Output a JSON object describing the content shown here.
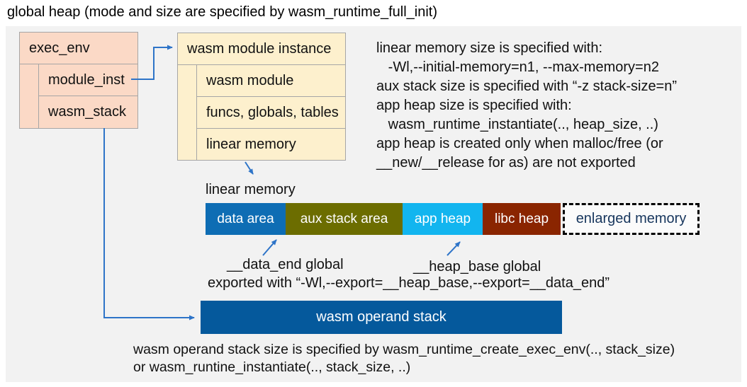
{
  "title": "global heap (mode and size are specified by wasm_runtime_full_init)",
  "exec_env_box": {
    "header": "exec_env",
    "rows": [
      {
        "label": "module_inst"
      },
      {
        "label": "wasm_stack"
      }
    ]
  },
  "module_instance_box": {
    "header": "wasm module instance",
    "rows": [
      {
        "label": "wasm module"
      },
      {
        "label": "funcs, globals, tables"
      },
      {
        "label": "linear memory"
      }
    ]
  },
  "notes_top": [
    "linear memory size is specified with:",
    "   -Wl,--initial-memory=n1, --max-memory=n2",
    "aux stack size is specified with “-z stack-size=n”",
    "app heap size is specified with:",
    "   wasm_runtime_instantiate(.., heap_size, ..)",
    "app heap is created only when malloc/free (or",
    "__new/__release for as) are not exported"
  ],
  "linear_memory": {
    "label": "linear memory",
    "segments": [
      {
        "label": "data area",
        "color": "#0e6db4"
      },
      {
        "label": "aux stack area",
        "color": "#6c6d00"
      },
      {
        "label": "app heap",
        "color": "#12b5ef"
      },
      {
        "label": "libc heap",
        "color": "#8a2500"
      },
      {
        "label": "enlarged memory",
        "color": "#17365d",
        "style": "dashed-outline"
      }
    ]
  },
  "annotations": {
    "data_end_label": "__data_end global",
    "heap_base_label": "__heap_base global",
    "exported_line": "exported with “-Wl,--export=__heap_base,--export=__data_end”"
  },
  "operand_stack": {
    "label": "wasm operand stack"
  },
  "notes_bottom": [
    "wasm operand stack size is specified by wasm_runtime_create_exec_env(.., stack_size)",
    "or wasm_runtine_instantiate(.., stack_size, ..)"
  ],
  "colors": {
    "box_salmon": "#fbd9c6",
    "box_cream": "#fdf0cd",
    "box_border": "#a6a6a6",
    "panel_bg": "#f2f2f2",
    "arrow_blue": "#2e74c8",
    "operand_stack_bar": "#05599c",
    "enlarged_memory_text": "#17365d"
  }
}
